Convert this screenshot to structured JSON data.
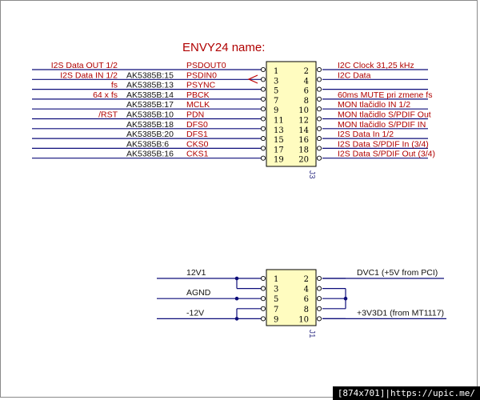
{
  "colors": {
    "wire": "#0d0d7a",
    "label": "#b00000",
    "body": "#fffcc0",
    "outline": "#000000",
    "title": "#b00000"
  },
  "header": {
    "title": "ENVY24 name:"
  },
  "connector1": {
    "refdes": "J3",
    "pins_left": [
      "1",
      "3",
      "5",
      "7",
      "9",
      "11",
      "13",
      "15",
      "17",
      "19"
    ],
    "pins_right": [
      "2",
      "4",
      "6",
      "8",
      "10",
      "12",
      "14",
      "16",
      "18",
      "20"
    ],
    "left_rows": [
      {
        "desc": "I2S Data OUT 1/2",
        "ak": "",
        "sig": "PSDOUT0"
      },
      {
        "desc": "I2S Data IN 1/2",
        "ak": "AK5385B:15",
        "sig": "PSDIN0"
      },
      {
        "desc": "fs",
        "ak": "AK5385B:13",
        "sig": "PSYNC"
      },
      {
        "desc": "64 x fs",
        "ak": "AK5385B:14",
        "sig": "PBCK"
      },
      {
        "desc": "",
        "ak": "AK5385B:17",
        "sig": "MCLK"
      },
      {
        "desc": "/RST",
        "ak": "AK5385B:10",
        "sig": "PDN"
      },
      {
        "desc": "",
        "ak": "AK5385B:18",
        "sig": "DFS0"
      },
      {
        "desc": "",
        "ak": "AK5385B:20",
        "sig": "DFS1"
      },
      {
        "desc": "",
        "ak": "AK5385B:6",
        "sig": "CKS0"
      },
      {
        "desc": "",
        "ak": "AK5385B:16",
        "sig": "CKS1"
      }
    ],
    "right_rows": [
      "I2C Clock 31,25 kHz",
      "I2C Data",
      "",
      "60ms MUTE pri zmene fs",
      "MON tlačidlo IN 1/2",
      "MON tlačidlo S/PDIF Out",
      "MON tlačidlo S/PDIF IN",
      "I2S Data In 1/2",
      "I2S Data S/PDIF In (3/4)",
      "I2S Data S/PDIF Out (3/4)"
    ]
  },
  "connector2": {
    "refdes": "J1",
    "pins_left": [
      "1",
      "3",
      "5",
      "7",
      "9"
    ],
    "pins_right": [
      "2",
      "4",
      "6",
      "8",
      "10"
    ],
    "left_nets": [
      {
        "name": "12V1",
        "y": "top"
      },
      {
        "name": "AGND",
        "y": "mid"
      },
      {
        "name": "-12V",
        "y": "bot"
      }
    ],
    "right_nets": [
      {
        "name": "DVC1 (+5V from PCI)"
      },
      {
        "name": "+3V3D1 (from MT1117)"
      }
    ]
  },
  "footer": {
    "watermark": "[874x701]|https://upic.me/"
  }
}
